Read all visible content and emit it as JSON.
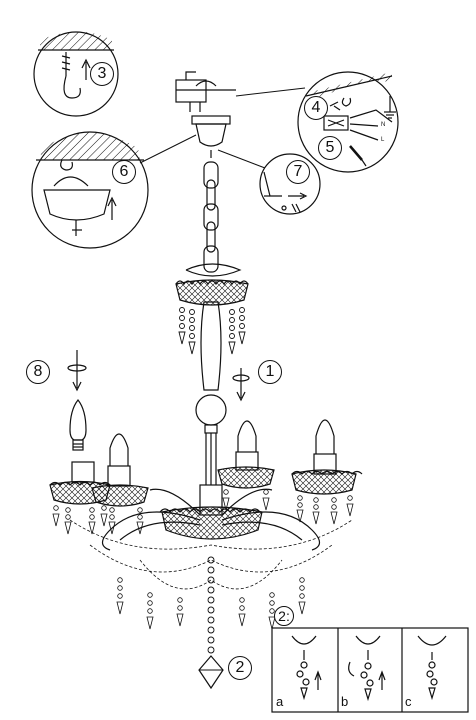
{
  "steps": {
    "s1": "1",
    "s2": "2",
    "s3": "3",
    "s4": "4",
    "s5": "5",
    "s6": "6",
    "s7": "7",
    "s8": "8"
  },
  "detail": {
    "header": "2:",
    "panel_a": "a",
    "panel_b": "b",
    "panel_c": "c"
  },
  "wiring": {
    "neutral": "N",
    "live": "L"
  },
  "colors": {
    "line": "#111111",
    "background": "#ffffff"
  }
}
